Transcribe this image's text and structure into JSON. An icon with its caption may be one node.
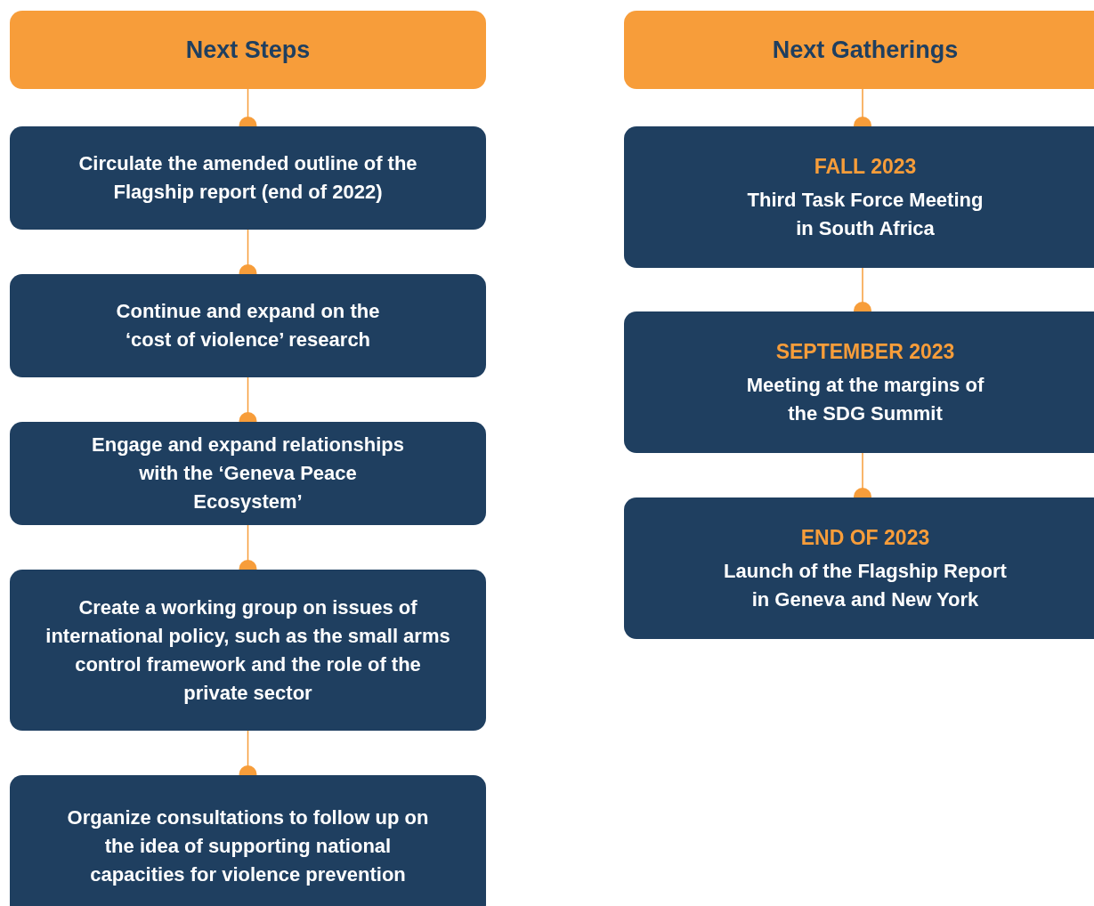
{
  "diagram": {
    "nodes": [
      {
        "text": [
          "Next Steps"
        ]
      },
      {
        "text": [
          "Circulate the amended outline of the Flagship report (end of 2022)"
        ]
      },
      {
        "text": [
          "Continue and expand on the ‘cost of violence’ research"
        ]
      },
      {
        "text": [
          "Engage and expand relationships with the ‘Geneva Peace Ecosystem’"
        ]
      },
      {
        "text": [
          "Create a working group on issues of international policy, such as the small arms control framework and the role of the private sector"
        ]
      },
      {
        "text": [
          "Organize consultations to follow up on the idea of supporting national capacities for violence prevention"
        ]
      },
      {
        "text": [
          "Next Gatherings"
        ]
      },
      {
        "text": [
          "FALL 2023",
          "Third Task Force Meeting in South Africa"
        ]
      },
      {
        "text": [
          "SEPTEMBER 2023",
          "Meeting at the margins of the SDG Summit"
        ]
      },
      {
        "text": [
          "END OF 2023",
          "Launch of the Flagship Report in Geneva and New York"
        ]
      }
    ],
    "edges": [
      {
        "from": 0,
        "to": 1,
        "arrow": "other"
      },
      {
        "from": 1,
        "to": 2,
        "arrow": "other"
      },
      {
        "from": 2,
        "to": 3,
        "arrow": "other"
      },
      {
        "from": 3,
        "to": 4,
        "arrow": "other"
      },
      {
        "from": 4,
        "to": 5,
        "arrow": "other"
      },
      {
        "from": 6,
        "to": 7,
        "arrow": "other"
      },
      {
        "from": 7,
        "to": 8,
        "arrow": "other"
      },
      {
        "from": 8,
        "to": 9,
        "arrow": "other"
      }
    ]
  }
}
